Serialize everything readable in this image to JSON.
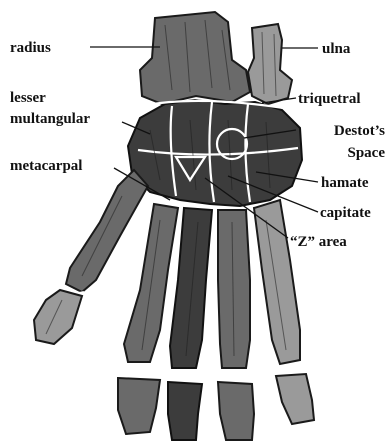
{
  "labels": {
    "radius": "radius",
    "ulna": "ulna",
    "triquetral": "triquetral",
    "lesser_line1": "lesser",
    "lesser_line2": "multangular",
    "destots_line1": "Destot’s",
    "destots_line2": "Space",
    "metacarpal": "metacarpal",
    "hamate": "hamate",
    "capitate": "capitate",
    "z_area": "“Z” area"
  },
  "colors": {
    "ink": "#111111",
    "bone_mid": "#6a6a6a",
    "bone_dark": "#3c3c3c",
    "bone_light": "#9a9a9a",
    "background": "#ffffff"
  },
  "icons": {
    "destots_marker": "circle-marker",
    "z_area_marker": "triangle-marker"
  }
}
